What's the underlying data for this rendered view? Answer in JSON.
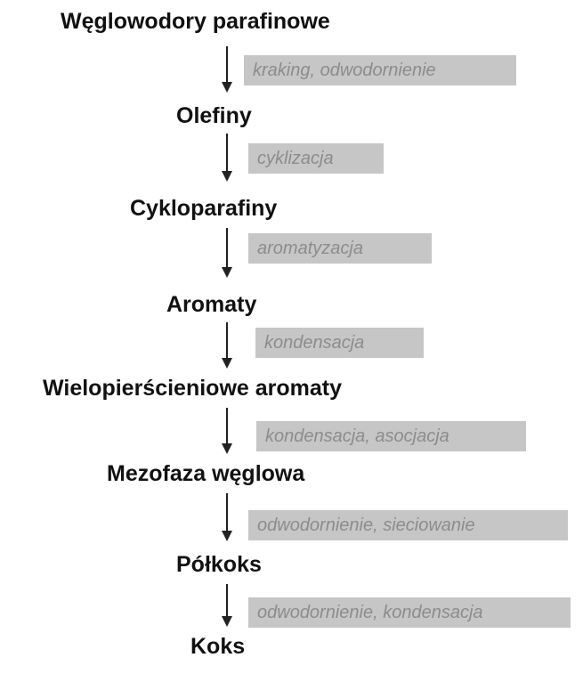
{
  "stages": [
    "Węglowodory parafinowe",
    "Olefiny",
    "Cykloparafiny",
    "Aromaty",
    "Wielopierścieniowe aromaty",
    "Mezofaza węglowa",
    "Półkoks",
    "Koks"
  ],
  "processes": [
    "kraking, odwodornienie",
    "cyklizacja",
    "aromatyzacja",
    "kondensacja",
    "kondensacja, asocjacja",
    "odwodornienie, sieciowanie",
    "odwodornienie, kondensacja"
  ],
  "colors": {
    "stage_text": "#111111",
    "process_box": "#c6c6c6",
    "process_text": "#8c8c8c",
    "arrow": "#222222"
  }
}
